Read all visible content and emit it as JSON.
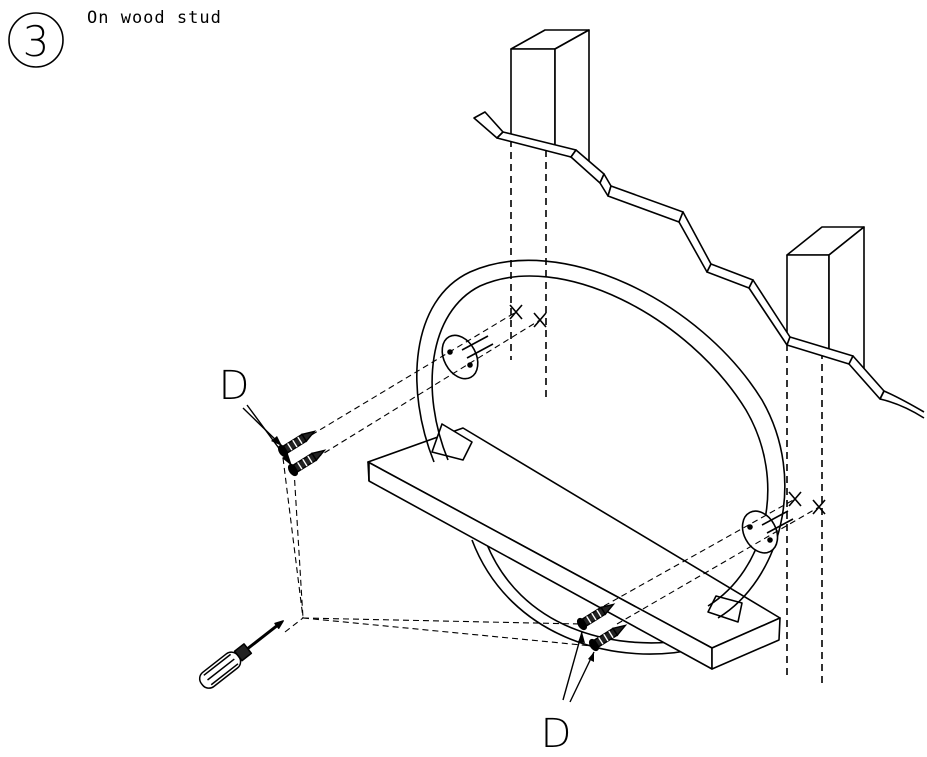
{
  "step": {
    "number": "3",
    "caption": "On wood stud"
  },
  "labels": {
    "screw_upper": "D",
    "screw_lower": "D"
  },
  "colors": {
    "ink": "#000000",
    "paper": "#ffffff"
  },
  "icons": [
    "screwdriver-icon",
    "wood-screw-icon",
    "wall-stud-icon",
    "drill-mark-icon",
    "towel-ring-icon"
  ]
}
